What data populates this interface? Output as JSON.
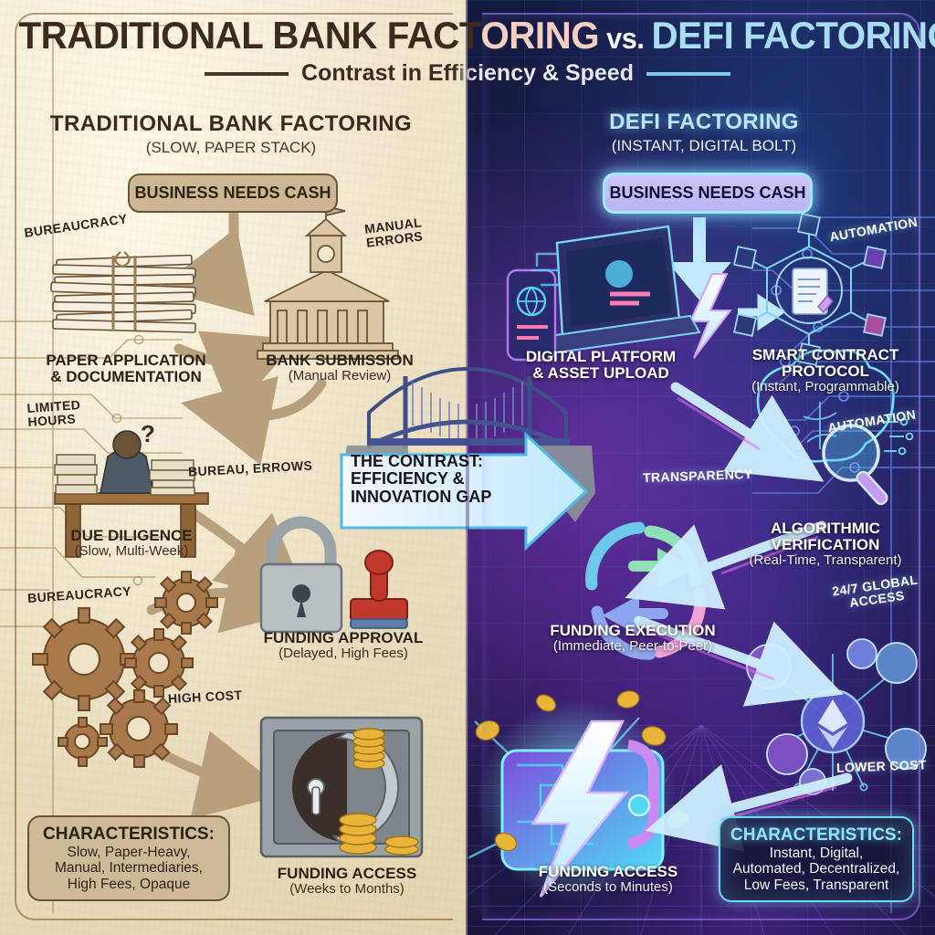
{
  "header": {
    "title_part_a": "TRADITIONAL BANK FACT",
    "title_part_b": "ORING",
    "title_vs": " vs. ",
    "title_part_c": "DEFI FACTORING",
    "subtitle": "Contrast in Efficiency & Speed"
  },
  "colors": {
    "paper_bg": "#efe3c8",
    "paper_ink": "#3b2a1d",
    "neon_bg": "#1b1f4c",
    "neon_cyan": "#8fe6fb",
    "neon_purple": "#a06bf0",
    "title_accent_peach": "#f7cfc0",
    "title_accent_blue": "#a9ddf5"
  },
  "left": {
    "heading": "TRADITIONAL BANK FACTORING",
    "subheading": "(SLOW, PAPER STACK)",
    "entry_pill": "BUSINESS NEEDS CASH",
    "steps": [
      {
        "title": "PAPER APPLICATION\n& DOCUMENTATION",
        "sub": ""
      },
      {
        "title": "BANK SUBMISSION",
        "sub": "(Manual Review)"
      },
      {
        "title": "DUE DILIGENCE",
        "sub": "(Slow, Multi-Week)"
      },
      {
        "title": "FUNDING APPROVAL",
        "sub": "(Delayed, High Fees)"
      },
      {
        "title": "FUNDING ACCESS",
        "sub": "(Weeks to Months)"
      }
    ],
    "annotations": [
      "BUREAUCRACY",
      "MANUAL\nERRORS",
      "LIMITED\nHOURS",
      "BUREAU, ERROWS",
      "BUREAUCRACY",
      "HIGH COST"
    ],
    "characteristics": {
      "heading": "CHARACTERISTICS:",
      "body": "Slow, Paper-Heavy,\nManual, Intermediaries,\nHigh Fees, Opaque"
    }
  },
  "right": {
    "heading": "DEFI FACTORING",
    "subheading": "(INSTANT, DIGITAL BOLT)",
    "entry_pill": "BUSINESS NEEDS CASH",
    "steps": [
      {
        "title": "DIGITAL PLATFORM\n& ASSET UPLOAD",
        "sub": ""
      },
      {
        "title": "SMART CONTRACT\nPROTOCOL",
        "sub": "(Instant, Programmable)"
      },
      {
        "title": "ALGORITHMIC\nVERIFICATION",
        "sub": "(Real-Time, Transparent)"
      },
      {
        "title": "FUNDING EXECUTION",
        "sub": "(Immediate, Peer-to-Peer)"
      },
      {
        "title": "FUNDING ACCESS",
        "sub": "(Seconds to Minutes)"
      }
    ],
    "annotations": [
      "AUTOMATION",
      "AUTOMATION",
      "TRANSPARENCY",
      "24/7 GLOBAL\nACCESS",
      "LOWER COST"
    ],
    "characteristics": {
      "heading": "CHARACTERISTICS:",
      "body": "Instant, Digital,\nAutomated, Decentralized,\nLow Fees, Transparent"
    }
  },
  "center": {
    "contrast_label": "THE CONTRAST:\nEFFICIENCY &\nINNOVATION GAP"
  }
}
